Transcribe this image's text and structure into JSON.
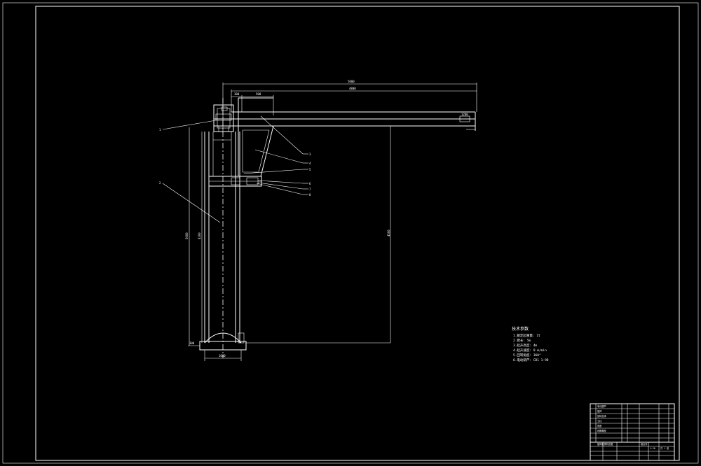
{
  "drawing": {
    "background": "#000000",
    "line_color": "#ffffff"
  },
  "balloons": [
    "1",
    "2",
    "3",
    "4",
    "5",
    "6",
    "7",
    "8"
  ],
  "dimensions": {
    "top_total": "5000",
    "top_inner": "4800",
    "top_left_a": "300",
    "top_left_b": "500",
    "right_end": "1200",
    "height_left": "5000",
    "height_inner": "4200",
    "height_right": "4500",
    "base_width": "1000",
    "base_height": "300"
  },
  "technical_notes": {
    "title": "技术参数",
    "items": [
      "1.额定起重量: 1t",
      "2.臂长: 5m",
      "3.起升高度: 4m",
      "4.起升速度: 8 m/min",
      "5.回转角度: 360°",
      "6.电动葫芦: CD1 1-9D"
    ]
  },
  "title_block": {
    "title": "旋臂起重机总图",
    "material": "组合件",
    "scale": "1:20",
    "sheet": "共 1 张",
    "rows": [
      "电动葫芦",
      "旋臂",
      "回转支承",
      "立柱",
      "底座",
      "地脚螺栓"
    ]
  }
}
